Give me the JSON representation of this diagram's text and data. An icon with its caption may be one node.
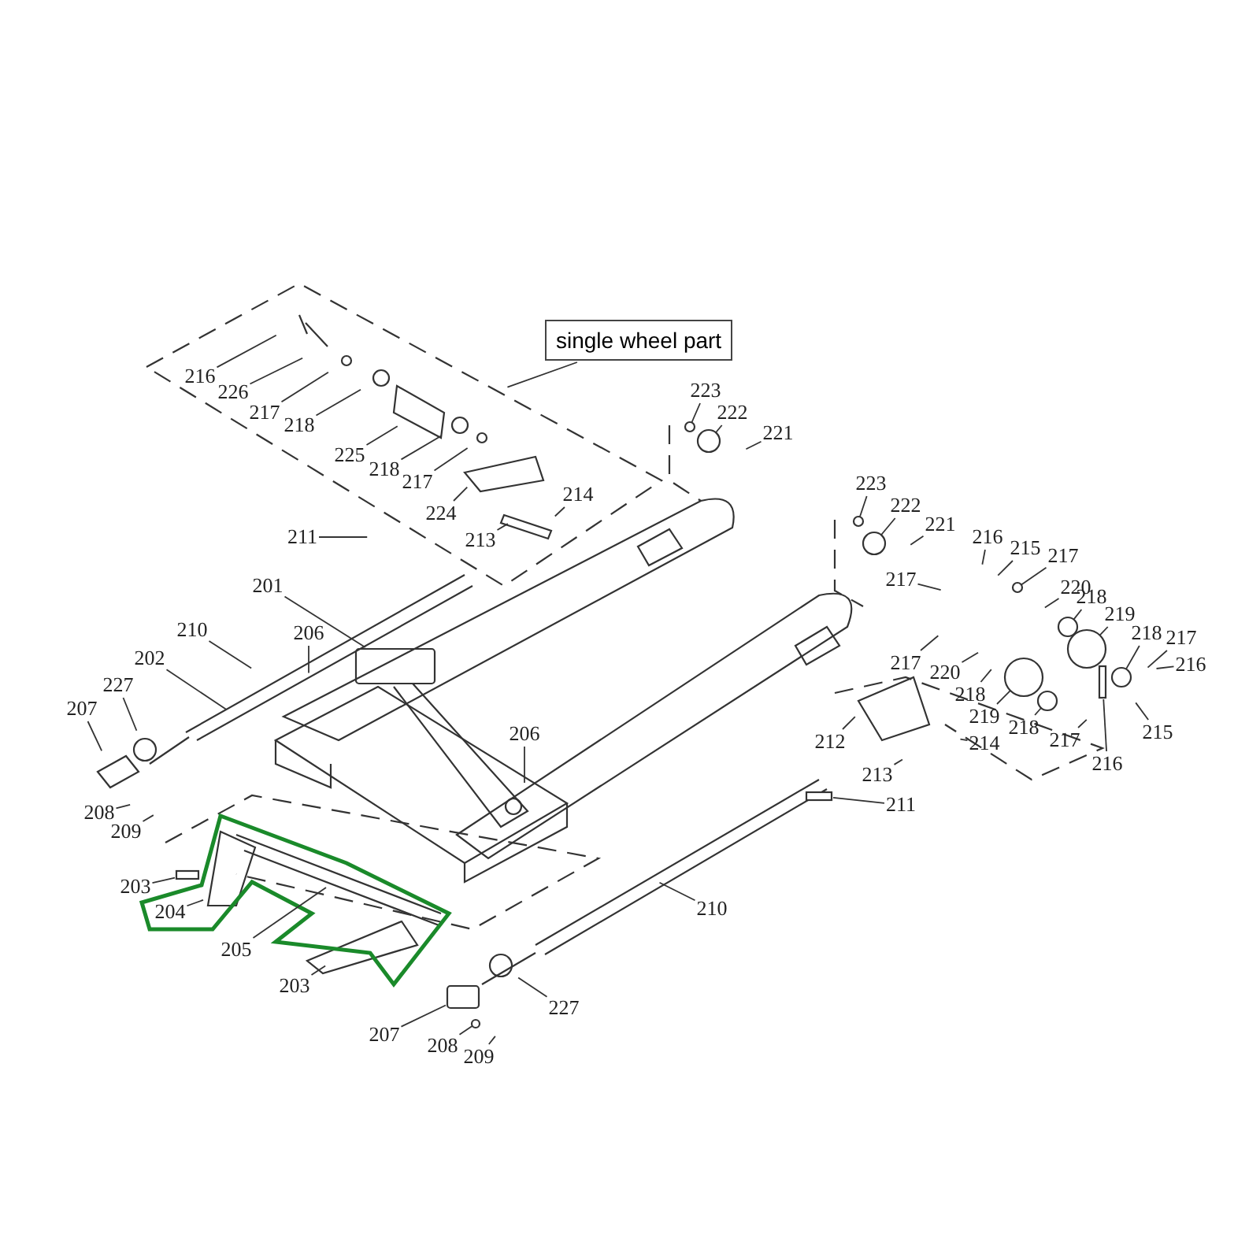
{
  "diagram": {
    "nodes": [
      {
        "text": [
          "single wheel part"
        ]
      },
      {
        "text": [
          "223"
        ]
      },
      {
        "text": [
          "222"
        ]
      },
      {
        "text": [
          "216"
        ]
      },
      {
        "text": [
          "221"
        ]
      },
      {
        "text": [
          "226"
        ]
      },
      {
        "text": [
          "217"
        ]
      },
      {
        "text": [
          "218"
        ]
      },
      {
        "text": [
          "225"
        ]
      },
      {
        "text": [
          "218"
        ]
      },
      {
        "text": [
          "217"
        ]
      },
      {
        "text": [
          "223"
        ]
      },
      {
        "text": [
          "222"
        ]
      },
      {
        "text": [
          "221"
        ]
      },
      {
        "text": [
          "214"
        ]
      },
      {
        "text": [
          "224"
        ]
      },
      {
        "text": [
          "213"
        ]
      },
      {
        "text": [
          "211"
        ]
      },
      {
        "text": [
          "216"
        ]
      },
      {
        "text": [
          "215"
        ]
      },
      {
        "text": [
          "217"
        ]
      },
      {
        "text": [
          "217"
        ]
      },
      {
        "text": [
          "220"
        ]
      },
      {
        "text": [
          "201"
        ]
      },
      {
        "text": [
          "218"
        ]
      },
      {
        "text": [
          "219"
        ]
      },
      {
        "text": [
          "210"
        ]
      },
      {
        "text": [
          "206"
        ]
      },
      {
        "text": [
          "218"
        ]
      },
      {
        "text": [
          "217"
        ]
      },
      {
        "text": [
          "202"
        ]
      },
      {
        "text": [
          "216"
        ]
      },
      {
        "text": [
          "227"
        ]
      },
      {
        "text": [
          "207"
        ]
      },
      {
        "text": [
          "217"
        ]
      },
      {
        "text": [
          "220"
        ]
      },
      {
        "text": [
          "206"
        ]
      },
      {
        "text": [
          "218"
        ]
      },
      {
        "text": [
          "212"
        ]
      },
      {
        "text": [
          "219"
        ]
      },
      {
        "text": [
          "214"
        ]
      },
      {
        "text": [
          "216"
        ]
      },
      {
        "text": [
          "215"
        ]
      },
      {
        "text": [
          "218"
        ]
      },
      {
        "text": [
          "217"
        ]
      },
      {
        "text": [
          "213"
        ]
      },
      {
        "text": [
          "208"
        ]
      },
      {
        "text": [
          "209"
        ]
      },
      {
        "text": [
          "211"
        ]
      },
      {
        "text": [
          "203"
        ]
      },
      {
        "text": [
          "204"
        ]
      },
      {
        "text": [
          "205"
        ]
      },
      {
        "text": [
          "210"
        ]
      },
      {
        "text": [
          "203"
        ]
      },
      {
        "text": [
          "227"
        ]
      },
      {
        "text": [
          "207"
        ]
      },
      {
        "text": [
          "208"
        ]
      },
      {
        "text": [
          "209"
        ]
      },
      {
        "text": [],
        "shape": "circle"
      },
      {
        "text": [],
        "shape": "circle"
      },
      {
        "text": [],
        "shape": "circle"
      },
      {
        "text": [],
        "shape": "circle"
      },
      {
        "text": [],
        "shape": "circle"
      },
      {
        "text": [],
        "shape": "circle"
      },
      {
        "text": [],
        "shape": "circle"
      },
      {
        "text": [],
        "shape": "circle"
      },
      {
        "text": [],
        "shape": "circle"
      },
      {
        "text": [],
        "shape": "box"
      },
      {
        "text": [],
        "shape": "circle"
      },
      {
        "text": [],
        "shape": "circle"
      },
      {
        "text": [],
        "shape": "box"
      },
      {
        "text": [],
        "shape": "bar"
      },
      {
        "text": [],
        "shape": "bar"
      },
      {
        "text": [],
        "shape": "bar"
      }
    ],
    "edges": [
      {
        "from": 0,
        "to": null,
        "arrow": "none"
      },
      {
        "from": 1,
        "to": 58,
        "arrow": "none"
      },
      {
        "from": 2,
        "to": 59,
        "arrow": "none"
      },
      {
        "from": 3,
        "to": null,
        "arrow": "none"
      },
      {
        "from": 4,
        "to": null,
        "arrow": "none"
      },
      {
        "from": 5,
        "to": null,
        "arrow": "none"
      },
      {
        "from": 6,
        "to": null,
        "arrow": "none"
      },
      {
        "from": 7,
        "to": null,
        "arrow": "none"
      },
      {
        "from": 8,
        "to": null,
        "arrow": "none"
      },
      {
        "from": 9,
        "to": null,
        "arrow": "none"
      },
      {
        "from": 10,
        "to": null,
        "arrow": "none"
      },
      {
        "from": 11,
        "to": 60,
        "arrow": "none"
      },
      {
        "from": 12,
        "to": 61,
        "arrow": "none"
      },
      {
        "from": 13,
        "to": null,
        "arrow": "none"
      },
      {
        "from": 14,
        "to": null,
        "arrow": "none"
      },
      {
        "from": 15,
        "to": null,
        "arrow": "none"
      },
      {
        "from": 16,
        "to": null,
        "arrow": "none"
      },
      {
        "from": 17,
        "to": null,
        "arrow": "none"
      },
      {
        "from": 18,
        "to": null,
        "arrow": "none"
      },
      {
        "from": 19,
        "to": null,
        "arrow": "none"
      },
      {
        "from": 20,
        "to": 69,
        "arrow": "none"
      },
      {
        "from": 21,
        "to": null,
        "arrow": "none"
      },
      {
        "from": 22,
        "to": null,
        "arrow": "none"
      },
      {
        "from": 23,
        "to": 70,
        "arrow": "none"
      },
      {
        "from": 24,
        "to": 62,
        "arrow": "none"
      },
      {
        "from": 25,
        "to": 63,
        "arrow": "none"
      },
      {
        "from": 26,
        "to": null,
        "arrow": "none"
      },
      {
        "from": 27,
        "to": null,
        "arrow": "none"
      },
      {
        "from": 28,
        "to": 64,
        "arrow": "none"
      },
      {
        "from": 29,
        "to": null,
        "arrow": "none"
      },
      {
        "from": 30,
        "to": null,
        "arrow": "none"
      },
      {
        "from": 31,
        "to": null,
        "arrow": "none"
      },
      {
        "from": 32,
        "to": null,
        "arrow": "none"
      },
      {
        "from": 33,
        "to": null,
        "arrow": "none"
      },
      {
        "from": 34,
        "to": null,
        "arrow": "none"
      },
      {
        "from": 35,
        "to": null,
        "arrow": "none"
      },
      {
        "from": 36,
        "to": null,
        "arrow": "none"
      },
      {
        "from": 37,
        "to": null,
        "arrow": "none"
      },
      {
        "from": 38,
        "to": null,
        "arrow": "none"
      },
      {
        "from": 39,
        "to": 65,
        "arrow": "none"
      },
      {
        "from": 40,
        "to": null,
        "arrow": "none"
      },
      {
        "from": 41,
        "to": 71,
        "arrow": "none"
      },
      {
        "from": 42,
        "to": null,
        "arrow": "none"
      },
      {
        "from": 43,
        "to": 66,
        "arrow": "none"
      },
      {
        "from": 44,
        "to": null,
        "arrow": "none"
      },
      {
        "from": 45,
        "to": null,
        "arrow": "none"
      },
      {
        "from": 46,
        "to": null,
        "arrow": "none"
      },
      {
        "from": 47,
        "to": null,
        "arrow": "none"
      },
      {
        "from": 48,
        "to": 72,
        "arrow": "none"
      },
      {
        "from": 49,
        "to": 73,
        "arrow": "none"
      },
      {
        "from": 50,
        "to": null,
        "arrow": "none"
      },
      {
        "from": 51,
        "to": null,
        "arrow": "none"
      },
      {
        "from": 52,
        "to": null,
        "arrow": "none"
      },
      {
        "from": 53,
        "to": null,
        "arrow": "none"
      },
      {
        "from": 54,
        "to": null,
        "arrow": "none"
      },
      {
        "from": 55,
        "to": 67,
        "arrow": "none"
      },
      {
        "from": 56,
        "to": 68,
        "arrow": "none"
      },
      {
        "from": 57,
        "to": null,
        "arrow": "none"
      }
    ]
  }
}
